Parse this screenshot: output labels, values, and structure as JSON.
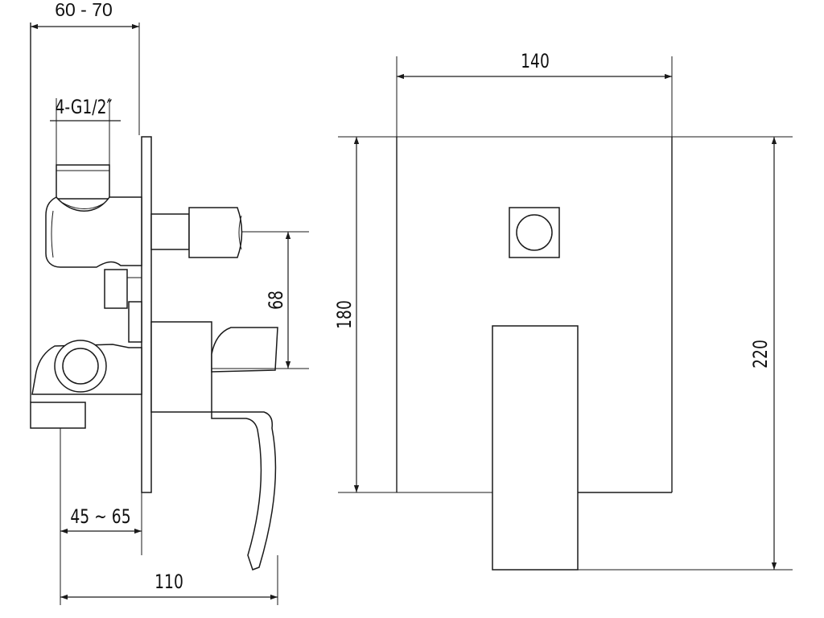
{
  "side_view": {
    "wall_depth_range": "60 - 70",
    "thread_spec": "4-G1/2″",
    "handle_offset": "68",
    "install_depth_range": "45 ~ 65",
    "overall_depth": "110"
  },
  "front_view": {
    "plate_width": "140",
    "plate_height": "180",
    "overall_height": "220"
  }
}
